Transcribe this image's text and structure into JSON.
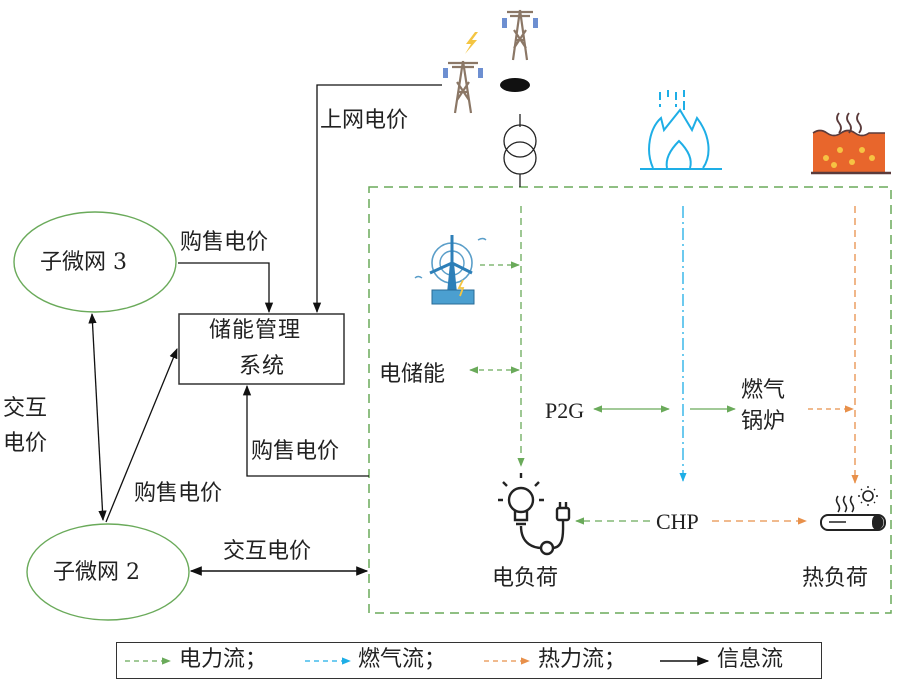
{
  "colors": {
    "power": "#6aaa5a",
    "gas": "#1eaee6",
    "heat": "#e8904a",
    "info": "#111111",
    "microgrid_border": "#6aaa5a"
  },
  "nodes": {
    "microgrid3": "子微网 3",
    "microgrid2": "子微网 2",
    "ems_line1": "储能管理",
    "ems_line2": "系统",
    "storage": "电储能",
    "p2g": "P2G",
    "boiler_line1": "燃气",
    "boiler_line2": "锅炉",
    "chp": "CHP",
    "elec_load": "电负荷",
    "heat_load": "热负荷"
  },
  "edge_labels": {
    "grid_price": "上网电价",
    "mg3_buy_sell": "购售电价",
    "mg2_buy_sell": "购售电价",
    "mg1_buy_sell": "购售电价",
    "interact_vertical_1": "交互",
    "interact_vertical_2": "电价",
    "interact_horizontal": "交互电价"
  },
  "icons": {
    "grid": "power-tower-icon",
    "transformer": "transformer-icon",
    "gas": "gas-flame-icon",
    "heat": "heat-source-icon",
    "wind": "wind-turbine-icon",
    "elec_load": "bulb-plug-icon",
    "heat_load": "heater-icon"
  },
  "legend": [
    {
      "label": "电力流；",
      "type": "power"
    },
    {
      "label": "燃气流；",
      "type": "gas"
    },
    {
      "label": "热力流；",
      "type": "heat"
    },
    {
      "label": "信息流",
      "type": "info"
    }
  ]
}
